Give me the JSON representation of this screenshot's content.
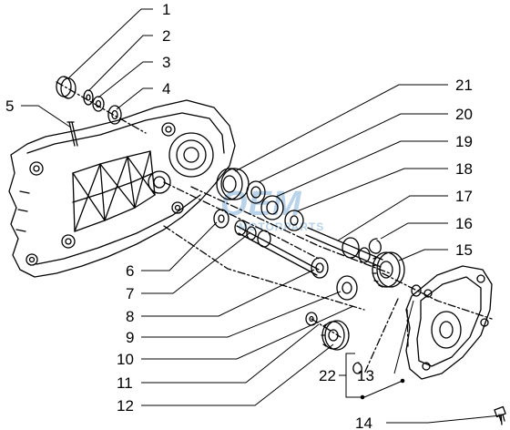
{
  "callouts": [
    "1",
    "2",
    "3",
    "4",
    "5",
    "6",
    "7",
    "8",
    "9",
    "10",
    "11",
    "12",
    "13",
    "14",
    "15",
    "16",
    "17",
    "18",
    "19",
    "20",
    "21",
    "22"
  ],
  "watermark": {
    "line1": "OEM",
    "line2": "MOTORPARTS"
  },
  "colors": {
    "line": "#000000",
    "watermark": "#b9d4ea"
  }
}
